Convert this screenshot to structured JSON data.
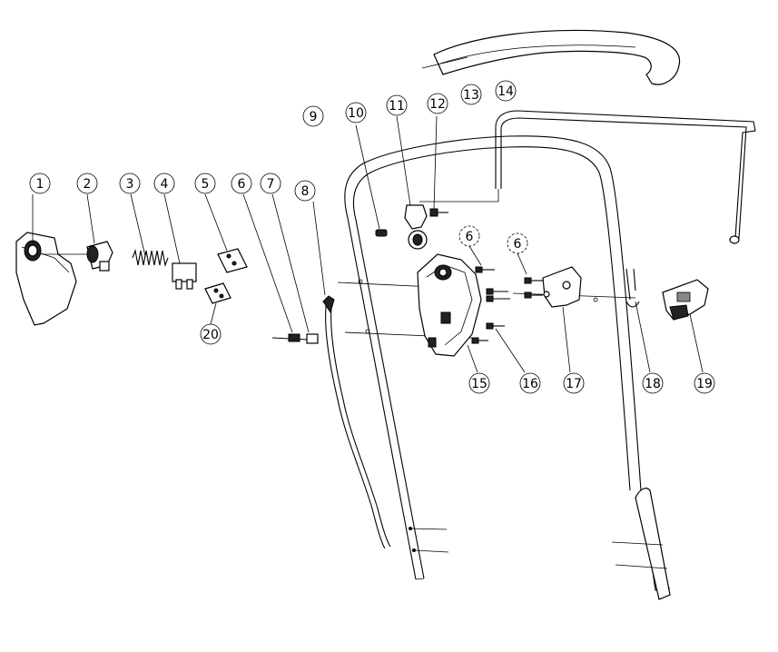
{
  "callouts": [
    {
      "id": "1",
      "label": "1"
    },
    {
      "id": "2",
      "label": "2"
    },
    {
      "id": "3",
      "label": "3"
    },
    {
      "id": "4",
      "label": "4"
    },
    {
      "id": "5",
      "label": "5"
    },
    {
      "id": "6",
      "label": "6"
    },
    {
      "id": "7",
      "label": "7"
    },
    {
      "id": "8",
      "label": "8"
    },
    {
      "id": "9",
      "label": "9"
    },
    {
      "id": "10",
      "label": "10"
    },
    {
      "id": "11",
      "label": "11"
    },
    {
      "id": "12",
      "label": "12"
    },
    {
      "id": "13",
      "label": "13"
    },
    {
      "id": "14",
      "label": "14"
    },
    {
      "id": "15",
      "label": "15"
    },
    {
      "id": "16",
      "label": "16"
    },
    {
      "id": "17",
      "label": "17"
    },
    {
      "id": "18",
      "label": "18"
    },
    {
      "id": "19",
      "label": "19"
    },
    {
      "id": "20",
      "label": "20"
    },
    {
      "id": "6b",
      "label": "6"
    },
    {
      "id": "6c",
      "label": "6"
    }
  ]
}
